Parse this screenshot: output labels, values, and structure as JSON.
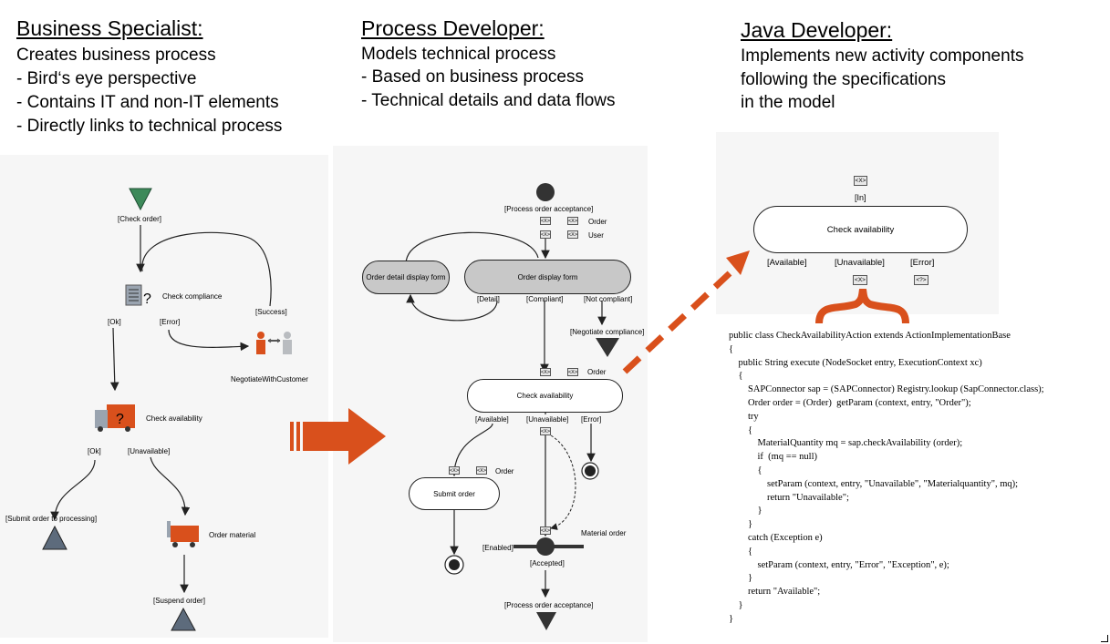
{
  "columns": {
    "business": {
      "heading": "Business Specialist:",
      "lines": [
        "Creates business process",
        "- Bird‘s eye perspective",
        "- Contains IT and non-IT elements",
        "- Directly links to technical process"
      ]
    },
    "process": {
      "heading": "Process Developer:",
      "lines": [
        "Models technical process",
        "- Based on business process",
        "- Technical details and data flows"
      ]
    },
    "java": {
      "heading": "Java Developer:",
      "lines": [
        "Implements new activity components",
        "following the specifications",
        "in the model"
      ]
    }
  },
  "business_diagram": {
    "check_order": "[Check order]",
    "check_compliance": "Check compliance",
    "success": "[Success]",
    "ok1": "[Ok]",
    "error": "[Error]",
    "negotiate": "NegotiateWithCustomer",
    "check_availability": "Check availability",
    "ok2": "[Ok]",
    "unavailable": "[Unavailable]",
    "submit": "[Submit order to processing]",
    "order_material": "Order material",
    "suspend": "[Suspend order]"
  },
  "process_diagram": {
    "start_label": "[Process order acceptance]",
    "order": "Order",
    "user": "User",
    "order_detail_form": "Order detail display form",
    "order_display_form": "Order display form",
    "detail": "[Detail]",
    "compliant": "[Compliant]",
    "not_compliant": "[Not compliant]",
    "negotiate_compliance": "[Negotiate compliance]",
    "order2": "Order",
    "check_availability": "Check availability",
    "available": "[Available]",
    "unavailable": "[Unavailable]",
    "error": "[Error]",
    "order3": "Order",
    "submit_order": "Submit order",
    "material_order": "Material order",
    "enabled": "[Enabled]",
    "accepted": "[Accepted]",
    "end_label": "[Process order acceptance]"
  },
  "java_diagram": {
    "in": "[In]",
    "check_availability": "Check availability",
    "available": "[Available]",
    "unavailable": "[Unavailable]",
    "error": "[Error]",
    "x_token": "<X>",
    "q_token": "<?>"
  },
  "code": "public class CheckAvailabilityAction extends ActionImplementationBase\n{\n    public String execute (NodeSocket entry, ExecutionContext xc)\n    {\n        SAPConnector sap = (SAPConnector) Registry.lookup (SapConnector.class);\n        Order order = (Order)  getParam (context, entry, \"Order\");\n        try\n        {\n            MaterialQuantity mq = sap.checkAvailability (order);\n            if  (mq == null)\n            {\n                setParam (context, entry, \"Unavailable\", \"Materialquantity\", mq);\n                return \"Unavailable\";\n            }\n        }\n        catch (Exception e)\n        {\n            setParam (context, entry, \"Error\", \"Exception\", e);\n        }\n        return \"Available\";\n    }\n}",
  "colors": {
    "accent": "#d9501c",
    "panel": "#f6f6f6",
    "node_gray": "#c8c8c8"
  }
}
